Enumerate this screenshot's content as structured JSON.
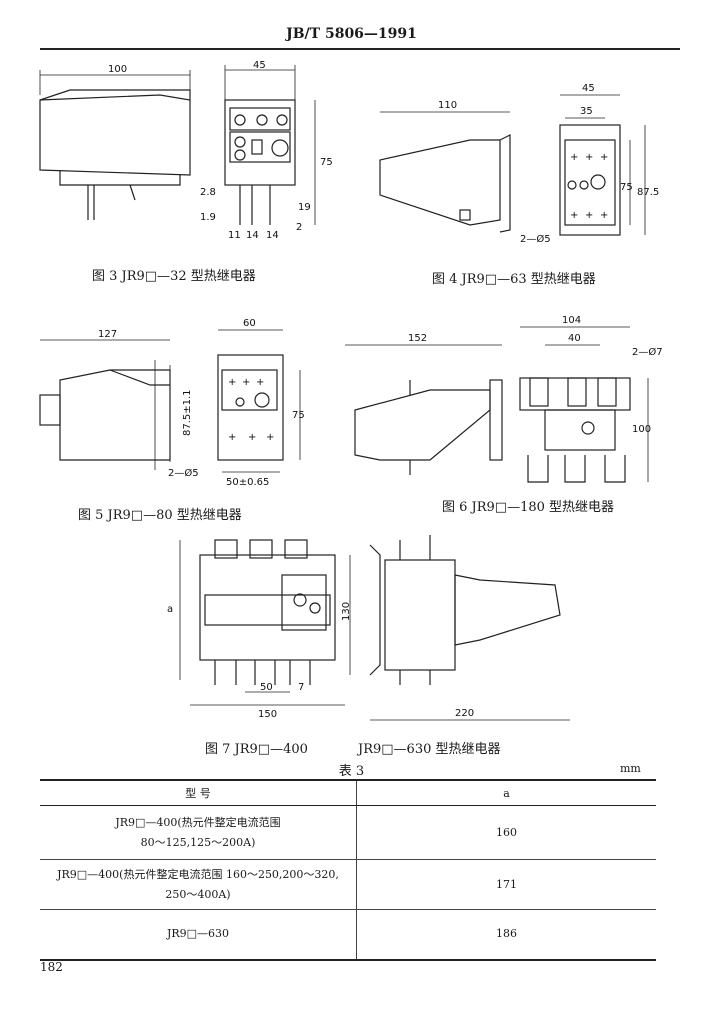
{
  "header": "JB/T 5806—1991",
  "figures": {
    "fig3": {
      "caption": "图 3   JR9□—32 型热继电器",
      "dims": [
        "100",
        "45",
        "75",
        "2.8",
        "1.9",
        "19",
        "2",
        "11",
        "14",
        "14"
      ]
    },
    "fig4": {
      "caption": "图 4   JR9□—63 型热继电器",
      "dims": [
        "110",
        "45",
        "35",
        "75",
        "87.5",
        "2—Ø5"
      ]
    },
    "fig5": {
      "caption": "图 5   JR9□—80 型热继电器",
      "dims": [
        "127",
        "60",
        "87.5±1.1",
        "75",
        "2—Ø5",
        "50±0.65"
      ]
    },
    "fig6": {
      "caption": "图 6   JR9□—180 型热继电器",
      "dims": [
        "152",
        "104",
        "40",
        "2—Ø7",
        "100"
      ]
    },
    "fig7": {
      "caption": "图 7   JR9□—400",
      "caption2": "JR9□—630 型热继电器",
      "dims": [
        "a",
        "50",
        "7",
        "150",
        "130",
        "220"
      ]
    }
  },
  "table": {
    "title": "表   3",
    "unit": "mm",
    "headers": [
      "型    号",
      "a"
    ],
    "rows": [
      {
        "model_line1": "JR9□—400(热元件整定电流范围",
        "model_line2": "80～125,125～200A)",
        "a": "160"
      },
      {
        "model_line1": "JR9□—400(热元件整定电流范围 160～250,200～320,",
        "model_line2": "250～400A)",
        "a": "171"
      },
      {
        "model_line1": "JR9□—630",
        "model_line2": "",
        "a": "186"
      }
    ]
  },
  "page_number": "182"
}
